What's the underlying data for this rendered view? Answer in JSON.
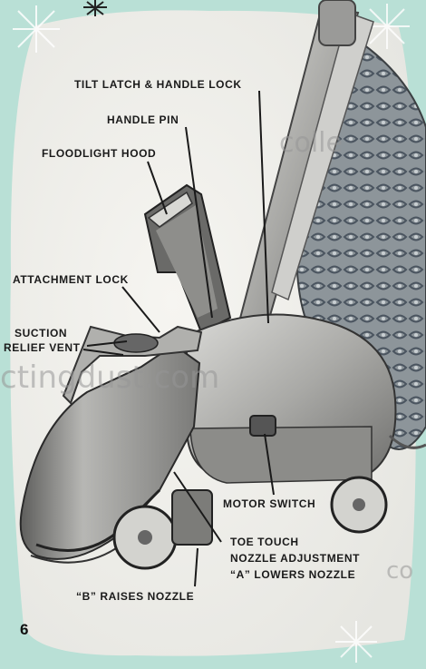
{
  "page_number": "6",
  "colors": {
    "background_tint": "#b9e0d6",
    "paper": "#efeeea",
    "ink": "#1a1a1a"
  },
  "labels": {
    "tilt_latch": "TILT LATCH & HANDLE LOCK",
    "handle_pin": "HANDLE PIN",
    "floodlight_hood": "FLOODLIGHT HOOD",
    "attachment_lock": "ATTACHMENT LOCK",
    "suction_relief_1": "SUCTION",
    "suction_relief_2": "RELIEF VENT",
    "motor_switch": "MOTOR SWITCH",
    "toe_touch_1": "TOE TOUCH",
    "toe_touch_2": "NOZZLE ADJUSTMENT",
    "toe_touch_3": "“A” LOWERS NOZZLE",
    "b_raises": "“B” RAISES NOZZLE"
  },
  "watermark": {
    "main": "ctingdust.com",
    "top_right": "colle",
    "bottom_right": "co"
  }
}
